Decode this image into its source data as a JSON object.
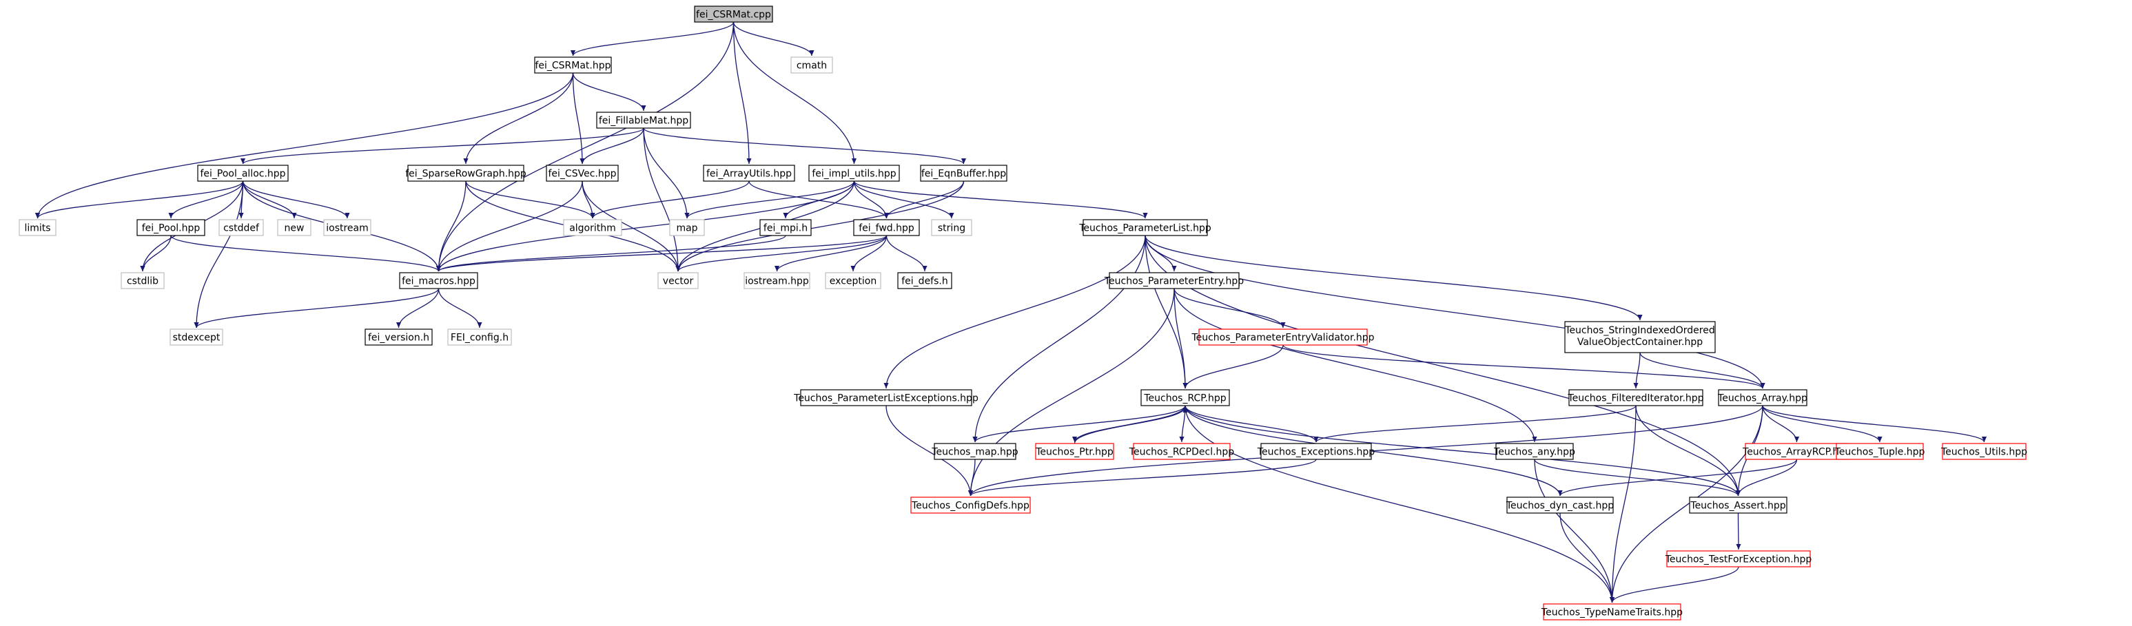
{
  "title": "fei_CSRMat.cpp",
  "colors": {
    "edge": "#191970",
    "border_normal": "#000000",
    "border_missing": "#bfbfbf",
    "border_truncated": "#ff0000",
    "fill_root": "#bfbfbf",
    "fill_normal": "#ffffff",
    "text": "#000000"
  },
  "nodes": [
    {
      "id": "root",
      "label": "fei_CSRMat.cpp",
      "kind": "root"
    },
    {
      "id": "n_fei_CSRMat_hpp",
      "label": "fei_CSRMat.hpp",
      "kind": "normal"
    },
    {
      "id": "n_cmath",
      "label": "cmath",
      "kind": "missing"
    },
    {
      "id": "n_fei_FillableMat_hpp",
      "label": "fei_FillableMat.hpp",
      "kind": "normal"
    },
    {
      "id": "n_fei_Pool_alloc_hpp",
      "label": "fei_Pool_alloc.hpp",
      "kind": "normal"
    },
    {
      "id": "n_fei_SparseRowGraph_hpp",
      "label": "fei_SparseRowGraph.hpp",
      "kind": "normal"
    },
    {
      "id": "n_fei_CSVec_hpp",
      "label": "fei_CSVec.hpp",
      "kind": "normal"
    },
    {
      "id": "n_fei_ArrayUtils_hpp",
      "label": "fei_ArrayUtils.hpp",
      "kind": "normal"
    },
    {
      "id": "n_fei_impl_utils_hpp",
      "label": "fei_impl_utils.hpp",
      "kind": "normal"
    },
    {
      "id": "n_fei_EqnBuffer_hpp",
      "label": "fei_EqnBuffer.hpp",
      "kind": "normal"
    },
    {
      "id": "n_limits",
      "label": "limits",
      "kind": "missing"
    },
    {
      "id": "n_cstddef",
      "label": "cstddef",
      "kind": "missing"
    },
    {
      "id": "n_new",
      "label": "new",
      "kind": "missing"
    },
    {
      "id": "n_iostream",
      "label": "iostream",
      "kind": "missing"
    },
    {
      "id": "n_fei_Pool_hpp",
      "label": "fei_Pool.hpp",
      "kind": "normal"
    },
    {
      "id": "n_algorithm",
      "label": "algorithm",
      "kind": "missing"
    },
    {
      "id": "n_map",
      "label": "map",
      "kind": "missing"
    },
    {
      "id": "n_fei_mpi_h",
      "label": "fei_mpi.h",
      "kind": "normal"
    },
    {
      "id": "n_fei_fwd_hpp",
      "label": "fei_fwd.hpp",
      "kind": "normal"
    },
    {
      "id": "n_string",
      "label": "string",
      "kind": "missing"
    },
    {
      "id": "n_Teuchos_ParameterList_hpp",
      "label": "Teuchos_ParameterList.hpp",
      "kind": "normal"
    },
    {
      "id": "n_cstdlib",
      "label": "cstdlib",
      "kind": "missing"
    },
    {
      "id": "n_fei_macros_hpp",
      "label": "fei_macros.hpp",
      "kind": "normal"
    },
    {
      "id": "n_vector",
      "label": "vector",
      "kind": "missing"
    },
    {
      "id": "n_iostream_hpp",
      "label": "iostream.hpp",
      "kind": "missing"
    },
    {
      "id": "n_exception",
      "label": "exception",
      "kind": "missing"
    },
    {
      "id": "n_fei_defs_h",
      "label": "fei_defs.h",
      "kind": "normal"
    },
    {
      "id": "n_Teuchos_ParameterEntry_hpp",
      "label": "Teuchos_ParameterEntry.hpp",
      "kind": "normal"
    },
    {
      "id": "n_stdexcept",
      "label": "stdexcept",
      "kind": "missing"
    },
    {
      "id": "n_fei_version_h",
      "label": "fei_version.h",
      "kind": "normal"
    },
    {
      "id": "n_FEI_config_h",
      "label": "FEI_config.h",
      "kind": "missing"
    },
    {
      "id": "n_Teuchos_ParameterEntryValidator_hpp",
      "label": "Teuchos_ParameterEntryValidator.hpp",
      "kind": "truncated"
    },
    {
      "id": "n_Teuchos_StringIndexedOrderedValueObjectContainer_hpp",
      "label": "Teuchos_StringIndexedOrdered",
      "label2": "ValueObjectContainer.hpp",
      "kind": "normal"
    },
    {
      "id": "n_Teuchos_ParameterListExceptions_hpp",
      "label": "Teuchos_ParameterListExceptions.hpp",
      "kind": "normal"
    },
    {
      "id": "n_Teuchos_RCP_hpp",
      "label": "Teuchos_RCP.hpp",
      "kind": "normal"
    },
    {
      "id": "n_Teuchos_FilteredIterator_hpp",
      "label": "Teuchos_FilteredIterator.hpp",
      "kind": "normal"
    },
    {
      "id": "n_Teuchos_Array_hpp",
      "label": "Teuchos_Array.hpp",
      "kind": "normal"
    },
    {
      "id": "n_Teuchos_map_hpp",
      "label": "Teuchos_map.hpp",
      "kind": "normal"
    },
    {
      "id": "n_Teuchos_Ptr_hpp",
      "label": "Teuchos_Ptr.hpp",
      "kind": "truncated"
    },
    {
      "id": "n_Teuchos_RCPDecl_hpp",
      "label": "Teuchos_RCPDecl.hpp",
      "kind": "truncated"
    },
    {
      "id": "n_Teuchos_Exceptions_hpp",
      "label": "Teuchos_Exceptions.hpp",
      "kind": "normal"
    },
    {
      "id": "n_Teuchos_any_hpp",
      "label": "Teuchos_any.hpp",
      "kind": "normal"
    },
    {
      "id": "n_Teuchos_ArrayRCP_hpp",
      "label": "Teuchos_ArrayRCP.hpp",
      "kind": "truncated"
    },
    {
      "id": "n_Teuchos_Tuple_hpp",
      "label": "Teuchos_Tuple.hpp",
      "kind": "truncated"
    },
    {
      "id": "n_Teuchos_Utils_hpp",
      "label": "Teuchos_Utils.hpp",
      "kind": "truncated"
    },
    {
      "id": "n_Teuchos_ConfigDefs_hpp",
      "label": "Teuchos_ConfigDefs.hpp",
      "kind": "truncated"
    },
    {
      "id": "n_Teuchos_dyn_cast_hpp",
      "label": "Teuchos_dyn_cast.hpp",
      "kind": "normal"
    },
    {
      "id": "n_Teuchos_Assert_hpp",
      "label": "Teuchos_Assert.hpp",
      "kind": "normal"
    },
    {
      "id": "n_Teuchos_TestForException_hpp",
      "label": "Teuchos_TestForException.hpp",
      "kind": "truncated"
    },
    {
      "id": "n_Teuchos_TypeNameTraits_hpp",
      "label": "Teuchos_TypeNameTraits.hpp",
      "kind": "truncated"
    }
  ],
  "edges": [
    [
      "root",
      "n_fei_CSRMat_hpp"
    ],
    [
      "root",
      "n_cmath"
    ],
    [
      "root",
      "n_fei_ArrayUtils_hpp"
    ],
    [
      "root",
      "n_fei_impl_utils_hpp"
    ],
    [
      "root",
      "n_fei_macros_hpp"
    ],
    [
      "n_fei_CSRMat_hpp",
      "n_fei_FillableMat_hpp"
    ],
    [
      "n_fei_CSRMat_hpp",
      "n_fei_SparseRowGraph_hpp"
    ],
    [
      "n_fei_CSRMat_hpp",
      "n_fei_CSVec_hpp"
    ],
    [
      "n_fei_CSRMat_hpp",
      "n_limits"
    ],
    [
      "n_fei_FillableMat_hpp",
      "n_fei_Pool_alloc_hpp"
    ],
    [
      "n_fei_FillableMat_hpp",
      "n_fei_CSVec_hpp"
    ],
    [
      "n_fei_FillableMat_hpp",
      "n_fei_EqnBuffer_hpp"
    ],
    [
      "n_fei_FillableMat_hpp",
      "n_map"
    ],
    [
      "n_fei_FillableMat_hpp",
      "n_vector"
    ],
    [
      "n_fei_Pool_alloc_hpp",
      "n_limits"
    ],
    [
      "n_fei_Pool_alloc_hpp",
      "n_fei_Pool_hpp"
    ],
    [
      "n_fei_Pool_alloc_hpp",
      "n_cstddef"
    ],
    [
      "n_fei_Pool_alloc_hpp",
      "n_new"
    ],
    [
      "n_fei_Pool_alloc_hpp",
      "n_iostream"
    ],
    [
      "n_fei_Pool_alloc_hpp",
      "n_cstdlib"
    ],
    [
      "n_fei_Pool_alloc_hpp",
      "n_stdexcept"
    ],
    [
      "n_fei_Pool_alloc_hpp",
      "n_fei_macros_hpp"
    ],
    [
      "n_fei_Pool_hpp",
      "n_cstdlib"
    ],
    [
      "n_fei_Pool_hpp",
      "n_fei_macros_hpp"
    ],
    [
      "n_fei_SparseRowGraph_hpp",
      "n_algorithm"
    ],
    [
      "n_fei_SparseRowGraph_hpp",
      "n_fei_macros_hpp"
    ],
    [
      "n_fei_SparseRowGraph_hpp",
      "n_vector"
    ],
    [
      "n_fei_CSVec_hpp",
      "n_algorithm"
    ],
    [
      "n_fei_CSVec_hpp",
      "n_fei_macros_hpp"
    ],
    [
      "n_fei_CSVec_hpp",
      "n_vector"
    ],
    [
      "n_fei_ArrayUtils_hpp",
      "n_algorithm"
    ],
    [
      "n_fei_ArrayUtils_hpp",
      "n_fei_fwd_hpp"
    ],
    [
      "n_fei_impl_utils_hpp",
      "n_map"
    ],
    [
      "n_fei_impl_utils_hpp",
      "n_fei_mpi_h"
    ],
    [
      "n_fei_impl_utils_hpp",
      "n_fei_fwd_hpp"
    ],
    [
      "n_fei_impl_utils_hpp",
      "n_string"
    ],
    [
      "n_fei_impl_utils_hpp",
      "n_Teuchos_ParameterList_hpp"
    ],
    [
      "n_fei_impl_utils_hpp",
      "n_fei_macros_hpp"
    ],
    [
      "n_fei_impl_utils_hpp",
      "n_vector"
    ],
    [
      "n_fei_EqnBuffer_hpp",
      "n_fei_fwd_hpp"
    ],
    [
      "n_fei_EqnBuffer_hpp",
      "n_vector"
    ],
    [
      "n_fei_mpi_h",
      "n_fei_macros_hpp"
    ],
    [
      "n_fei_fwd_hpp",
      "n_fei_macros_hpp"
    ],
    [
      "n_fei_fwd_hpp",
      "n_iostream_hpp"
    ],
    [
      "n_fei_fwd_hpp",
      "n_exception"
    ],
    [
      "n_fei_fwd_hpp",
      "n_fei_defs_h"
    ],
    [
      "n_fei_fwd_hpp",
      "n_vector"
    ],
    [
      "n_fei_macros_hpp",
      "n_stdexcept"
    ],
    [
      "n_fei_macros_hpp",
      "n_fei_version_h"
    ],
    [
      "n_fei_macros_hpp",
      "n_FEI_config_h"
    ],
    [
      "n_Teuchos_ParameterList_hpp",
      "n_Teuchos_ParameterEntry_hpp"
    ],
    [
      "n_Teuchos_ParameterList_hpp",
      "n_Teuchos_ParameterListExceptions_hpp"
    ],
    [
      "n_Teuchos_ParameterList_hpp",
      "n_Teuchos_StringIndexedOrderedValueObjectContainer_hpp"
    ],
    [
      "n_Teuchos_ParameterList_hpp",
      "n_Teuchos_RCP_hpp"
    ],
    [
      "n_Teuchos_ParameterList_hpp",
      "n_Teuchos_Array_hpp"
    ],
    [
      "n_Teuchos_ParameterList_hpp",
      "n_Teuchos_map_hpp"
    ],
    [
      "n_Teuchos_ParameterList_hpp",
      "n_Teuchos_Assert_hpp"
    ],
    [
      "n_Teuchos_ParameterEntry_hpp",
      "n_Teuchos_ParameterEntryValidator_hpp"
    ],
    [
      "n_Teuchos_ParameterEntry_hpp",
      "n_Teuchos_RCP_hpp"
    ],
    [
      "n_Teuchos_ParameterEntry_hpp",
      "n_Teuchos_any_hpp"
    ],
    [
      "n_Teuchos_ParameterEntry_hpp",
      "n_Teuchos_ConfigDefs_hpp"
    ],
    [
      "n_Teuchos_ParameterEntryValidator_hpp",
      "n_Teuchos_RCP_hpp"
    ],
    [
      "n_Teuchos_ParameterEntryValidator_hpp",
      "n_Teuchos_Array_hpp"
    ],
    [
      "n_Teuchos_StringIndexedOrderedValueObjectContainer_hpp",
      "n_Teuchos_FilteredIterator_hpp"
    ],
    [
      "n_Teuchos_StringIndexedOrderedValueObjectContainer_hpp",
      "n_Teuchos_Array_hpp"
    ],
    [
      "n_Teuchos_ParameterListExceptions_hpp",
      "n_Teuchos_ConfigDefs_hpp"
    ],
    [
      "n_Teuchos_RCP_hpp",
      "n_Teuchos_map_hpp"
    ],
    [
      "n_Teuchos_RCP_hpp",
      "n_Teuchos_Ptr_hpp"
    ],
    [
      "n_Teuchos_RCP_hpp",
      "n_Teuchos_RCPDecl_hpp"
    ],
    [
      "n_Teuchos_RCP_hpp",
      "n_Teuchos_Exceptions_hpp"
    ],
    [
      "n_Teuchos_RCP_hpp",
      "n_Teuchos_dyn_cast_hpp"
    ],
    [
      "n_Teuchos_RCP_hpp",
      "n_Teuchos_Assert_hpp"
    ],
    [
      "n_Teuchos_RCP_hpp",
      "n_Teuchos_TypeNameTraits_hpp"
    ],
    [
      "n_Teuchos_Ptr_hpp",
      "n_Teuchos_RCP_hpp"
    ],
    [
      "n_Teuchos_FilteredIterator_hpp",
      "n_Teuchos_Exceptions_hpp"
    ],
    [
      "n_Teuchos_FilteredIterator_hpp",
      "n_Teuchos_Assert_hpp"
    ],
    [
      "n_Teuchos_FilteredIterator_hpp",
      "n_Teuchos_TypeNameTraits_hpp"
    ],
    [
      "n_Teuchos_Array_hpp",
      "n_Teuchos_ArrayRCP_hpp"
    ],
    [
      "n_Teuchos_Array_hpp",
      "n_Teuchos_Tuple_hpp"
    ],
    [
      "n_Teuchos_Array_hpp",
      "n_Teuchos_Utils_hpp"
    ],
    [
      "n_Teuchos_Array_hpp",
      "n_Teuchos_ConfigDefs_hpp"
    ],
    [
      "n_Teuchos_Array_hpp",
      "n_Teuchos_Assert_hpp"
    ],
    [
      "n_Teuchos_Array_hpp",
      "n_Teuchos_TypeNameTraits_hpp"
    ],
    [
      "n_Teuchos_map_hpp",
      "n_Teuchos_ConfigDefs_hpp"
    ],
    [
      "n_Teuchos_Exceptions_hpp",
      "n_Teuchos_ConfigDefs_hpp"
    ],
    [
      "n_Teuchos_any_hpp",
      "n_Teuchos_Assert_hpp"
    ],
    [
      "n_Teuchos_any_hpp",
      "n_Teuchos_TypeNameTraits_hpp"
    ],
    [
      "n_Teuchos_ArrayRCP_hpp",
      "n_Teuchos_dyn_cast_hpp"
    ],
    [
      "n_Teuchos_ArrayRCP_hpp",
      "n_Teuchos_Assert_hpp"
    ],
    [
      "n_Teuchos_dyn_cast_hpp",
      "n_Teuchos_TypeNameTraits_hpp"
    ],
    [
      "n_Teuchos_Assert_hpp",
      "n_Teuchos_TestForException_hpp"
    ],
    [
      "n_Teuchos_TestForException_hpp",
      "n_Teuchos_TypeNameTraits_hpp"
    ]
  ]
}
